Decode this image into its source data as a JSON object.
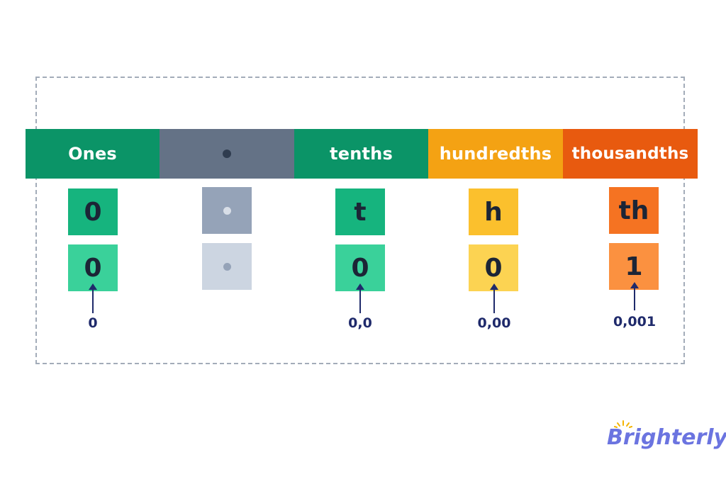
{
  "headers": [
    {
      "label": "Ones",
      "color": "#0b9467"
    },
    {
      "label": "",
      "color": "#647286"
    },
    {
      "label": "tenths",
      "color": "#0b9467"
    },
    {
      "label": "hundredths",
      "color": "#f4a213"
    },
    {
      "label": "thousandths",
      "color": "#e85a0f"
    }
  ],
  "symbol_row": [
    "0",
    "",
    "t",
    "h",
    "th"
  ],
  "digit_row": [
    "0",
    "",
    "0",
    "0",
    "1"
  ],
  "place_values": [
    "0",
    "",
    "0,0",
    "0,00",
    "0,001"
  ],
  "colors": {
    "ones_dark": "#16b47e",
    "ones_light": "#3ad19a",
    "point_dark": "#95a3b8",
    "point_light": "#ccd5e1",
    "tenths_dark": "#16b47e",
    "tenths_light": "#3ad19a",
    "hundredths_dark": "#fbc02d",
    "hundredths_light": "#fcd352",
    "thousandths_dark": "#f57322",
    "thousandths_light": "#fb9140"
  },
  "logo": {
    "text": "Brighterly",
    "color": "#6b74e0"
  }
}
